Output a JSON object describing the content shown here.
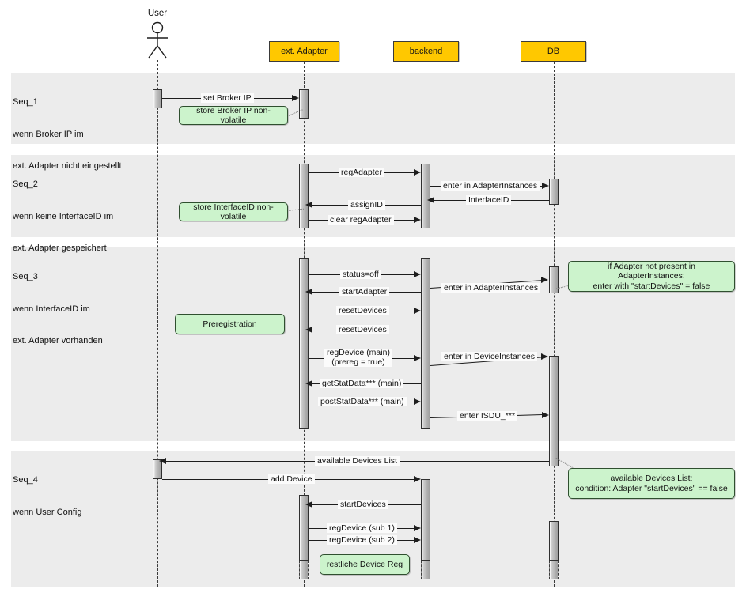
{
  "diagram": {
    "title": "UML Sequence Diagram",
    "type": "sequence-diagram",
    "colors": {
      "lifeline_head": "#ffc800",
      "note": "#ccf3cc",
      "band": "#ececec",
      "activation": "#c0c0c0",
      "line": "#1d1d1d"
    }
  },
  "lifelines": [
    {
      "id": "user",
      "label": "User",
      "kind": "actor"
    },
    {
      "id": "adapter",
      "label": "ext. Adapter",
      "kind": "object"
    },
    {
      "id": "backend",
      "label": "backend",
      "kind": "object"
    },
    {
      "id": "db",
      "label": "DB",
      "kind": "object"
    }
  ],
  "fragments": [
    {
      "id": "seq1",
      "name": "Seq_1",
      "condition_line1": "wenn Broker IP im",
      "condition_line2": "ext. Adapter nicht eingestellt"
    },
    {
      "id": "seq2",
      "name": "Seq_2",
      "condition_line1": "wenn keine InterfaceID im",
      "condition_line2": "ext. Adapter gespeichert"
    },
    {
      "id": "seq3",
      "name": "Seq_3",
      "condition_line1": "wenn InterfaceID im",
      "condition_line2": "ext. Adapter vorhanden"
    },
    {
      "id": "seq4",
      "name": "Seq_4",
      "condition_line1": "wenn User Config",
      "condition_line2": ""
    }
  ],
  "messages": {
    "m1": "set Broker IP",
    "m2": "regAdapter",
    "m3": "enter in AdapterInstances",
    "m4": "InterfaceID",
    "m5": "assignID",
    "m6": "clear regAdapter",
    "m7": "status=off",
    "m8": "enter in AdapterInstances",
    "m9": "startAdapter",
    "m10": "resetDevices",
    "m11": "resetDevices",
    "m12a": "regDevice (main)",
    "m12b": "(prereg = true)",
    "m13": "enter in DeviceInstances",
    "m14": "getStatData*** (main)",
    "m15": "postStatData*** (main)",
    "m16": "enter ISDU_***",
    "m17": "available Devices List",
    "m18": "add Device",
    "m19": "startDevices",
    "m20": "regDevice (sub 1)",
    "m21": "regDevice (sub 2)"
  },
  "notes": {
    "n1": "store Broker IP non-volatile",
    "n2": "store InterfaceID non-volatile",
    "n3": "Preregistration",
    "n4_line1": "if Adapter not present in AdapterInstances:",
    "n4_line2": "enter with \"startDevices\" = false",
    "n5_line1": "available Devices List:",
    "n5_line2": "condition: Adapter \"startDevices\" == false",
    "n6": "restliche Device Reg"
  }
}
